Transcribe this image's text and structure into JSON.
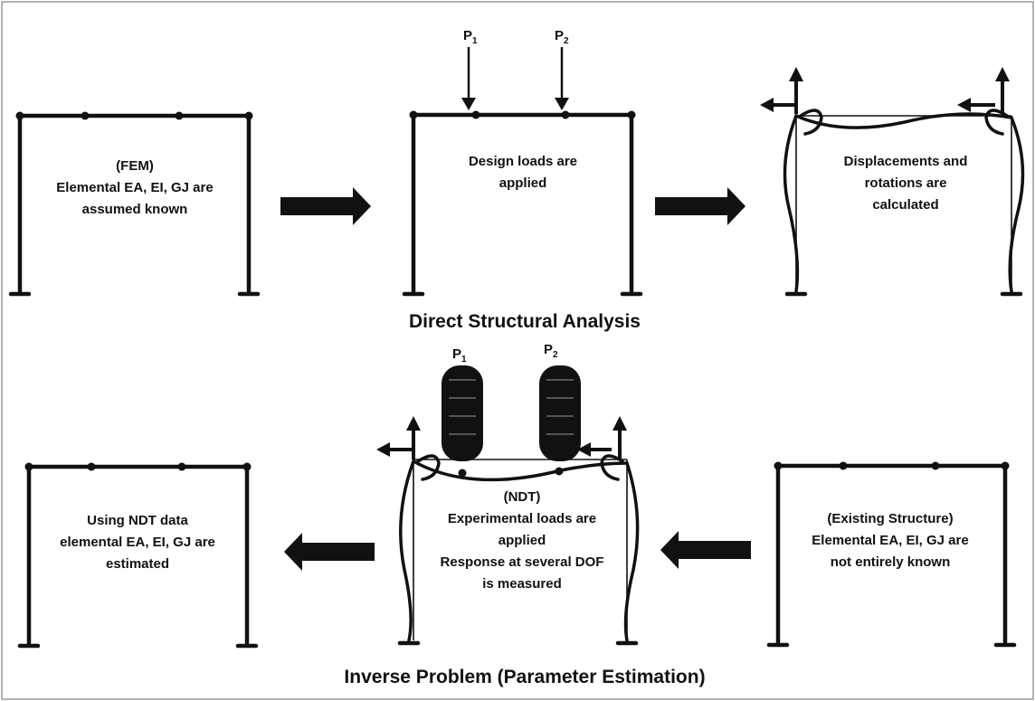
{
  "top_row": {
    "panel1": {
      "line1": "(FEM)",
      "line2": "Elemental EA, EI, GJ are",
      "line3": "assumed known"
    },
    "panel2": {
      "load1": "P",
      "load1_sub": "1",
      "load2": "P",
      "load2_sub": "2",
      "line1": "Design loads are",
      "line2": "applied"
    },
    "panel3": {
      "line1": "Displacements and",
      "line2": "rotations are",
      "line3": "calculated"
    }
  },
  "middle_title": "Direct Structural Analysis",
  "bottom_row": {
    "panel1": {
      "line1": "Using NDT data",
      "line2": "elemental EA, EI, GJ are",
      "line3": "estimated"
    },
    "panel2": {
      "load1": "P",
      "load1_sub": "1",
      "load2": "P",
      "load2_sub": "2",
      "line1": "(NDT)",
      "line2": "Experimental loads are",
      "line3": "applied",
      "line4": "Response at several DOF",
      "line5": "is measured"
    },
    "panel3": {
      "line1": "(Existing Structure)",
      "line2": "Elemental EA, EI, GJ are",
      "line3": "not entirely known"
    }
  },
  "bottom_title": "Inverse Problem  (Parameter Estimation)",
  "colors": {
    "ink": "#111111",
    "background": "#ffffff"
  }
}
